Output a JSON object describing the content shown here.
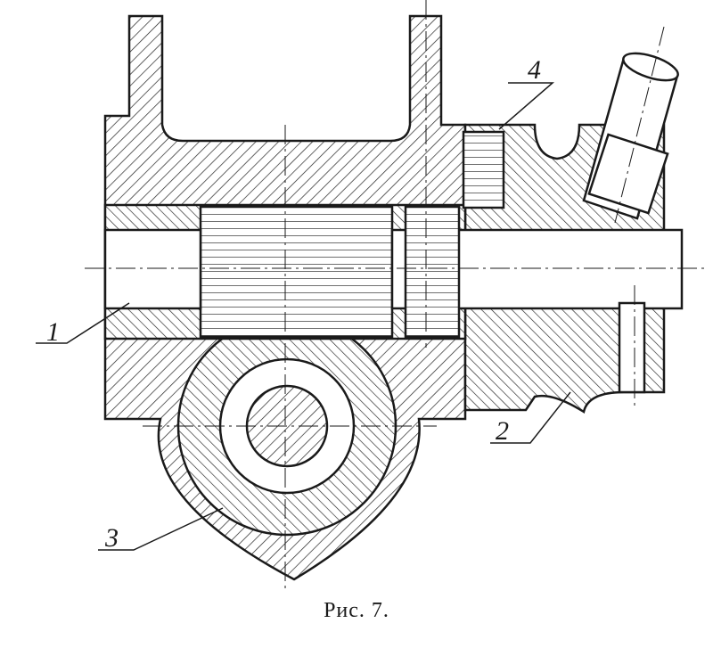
{
  "figure": {
    "caption": "Рис. 7.",
    "labels": [
      {
        "id": "1",
        "text": "1"
      },
      {
        "id": "2",
        "text": "2"
      },
      {
        "id": "3",
        "text": "3"
      },
      {
        "id": "4",
        "text": "4"
      }
    ],
    "colors": {
      "ink": "#1a1a1a",
      "paper": "#ffffff"
    }
  }
}
